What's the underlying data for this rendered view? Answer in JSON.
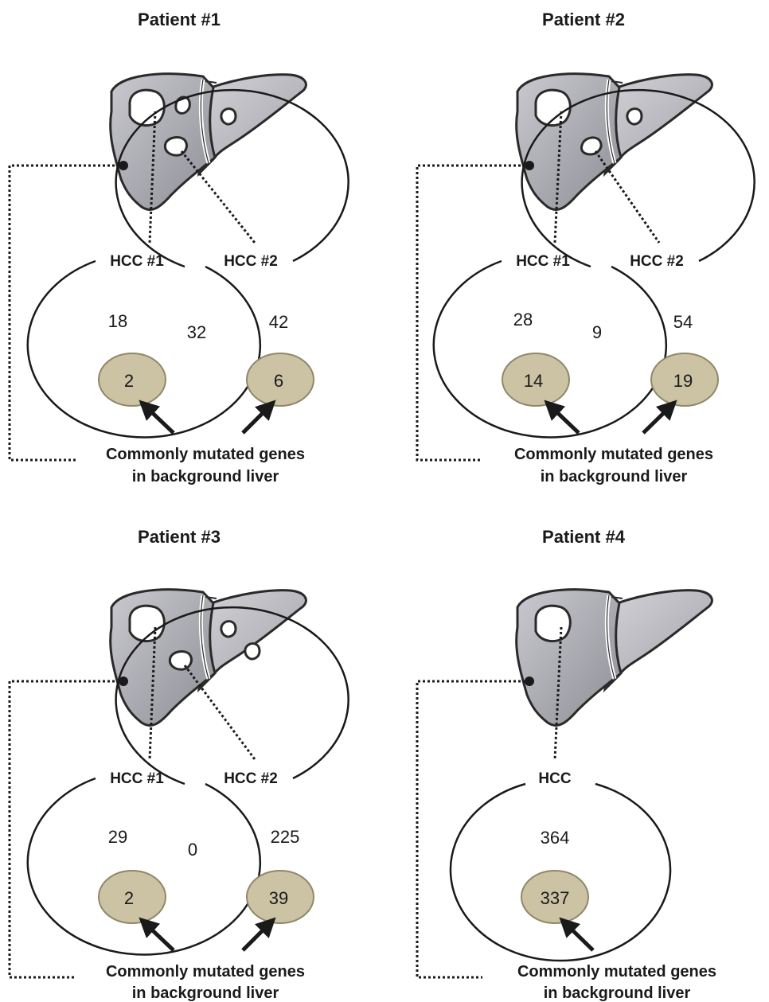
{
  "colors": {
    "liver_fill": "#a9a9b0",
    "liver_light": "#c6c6cc",
    "liver_stroke": "#2a2a2a",
    "badge_fill": "#cbc3a3",
    "badge_stroke": "#8f8869",
    "line": "#1a1a1a"
  },
  "caption_line1": "Commonly mutated genes",
  "caption_line2": "in background liver",
  "patients": [
    {
      "title": "Patient #1",
      "hcc1_label": "HCC #1",
      "hcc2_label": "HCC #2",
      "only1": "18",
      "overlap": "32",
      "only2": "42",
      "bg1": "2",
      "bg2": "6"
    },
    {
      "title": "Patient #2",
      "hcc1_label": "HCC #1",
      "hcc2_label": "HCC #2",
      "only1": "28",
      "overlap": "9",
      "only2": "54",
      "bg1": "14",
      "bg2": "19"
    },
    {
      "title": "Patient #3",
      "hcc1_label": "HCC #1",
      "hcc2_label": "HCC #2",
      "only1": "29",
      "overlap": "0",
      "only2": "225",
      "bg1": "2",
      "bg2": "39"
    },
    {
      "title": "Patient #4",
      "hcc_label": "HCC",
      "total": "364",
      "bg": "337"
    }
  ]
}
